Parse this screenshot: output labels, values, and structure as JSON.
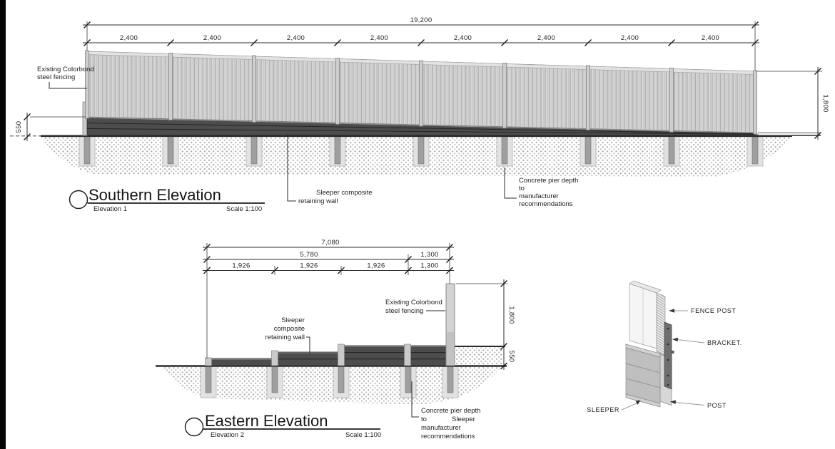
{
  "southern": {
    "title": "Southern Elevation",
    "elevation_ref": "Elevation 1",
    "scale": "Scale 1:100",
    "dim_total": "19,200",
    "dim_segments": [
      "2,400",
      "2,400",
      "2,400",
      "2,400",
      "2,400",
      "2,400",
      "2,400",
      "2,400"
    ],
    "dim_fence_height": "1,800",
    "dim_wall_height": "550",
    "labels": {
      "fencing_1": "Existing Colorbond",
      "fencing_2": "steel fencing",
      "sleeper_1": "Sleeper composite",
      "sleeper_2": "retaining wall",
      "pier_1": "Concrete pier depth",
      "pier_2": "to",
      "pier_3": "manufacturer",
      "pier_4": "recommendations"
    }
  },
  "eastern": {
    "title": "Eastern Elevation",
    "elevation_ref": "Elevation 2",
    "scale": "Scale 1:100",
    "dim_total": "7,080",
    "dim_row2": [
      "5,780",
      "1,300"
    ],
    "dim_segments": [
      "1,926",
      "1,926",
      "1,926",
      "1,300"
    ],
    "dim_fence_height": "1,800",
    "dim_wall_height": "550",
    "labels": {
      "fencing_1": "Existing Colorbond",
      "fencing_2": "steel fencing",
      "sleeper_1": "Sleeper",
      "sleeper_2": "composite",
      "sleeper_3": "retaining wall",
      "pier_1": "Concrete pier depth",
      "pier_2a": "to",
      "pier_2b": "Sleeper",
      "pier_3": "manufacturer",
      "pier_4": "recommendations"
    }
  },
  "detail": {
    "fence_post": "FENCE POST",
    "bracket": "BRACKET.",
    "post": "POST",
    "sleeper": "SLEEPER"
  },
  "colors": {
    "sleeper_wall": "#4d4d4d",
    "fence_panel": "#d7d7d7",
    "ground_dot": "#9c9c9c",
    "line": "#2b2b2b"
  }
}
